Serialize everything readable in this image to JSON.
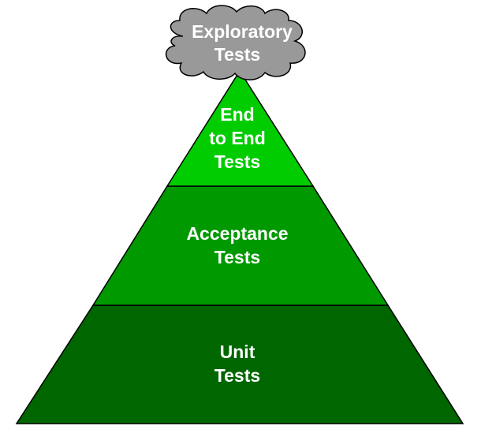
{
  "diagram": {
    "cloud": {
      "line1": "Exploratory",
      "line2": "Tests",
      "fill": "#999999",
      "stroke": "#000000"
    },
    "tiers": [
      {
        "lines": [
          "End",
          "to End",
          "Tests"
        ],
        "fill": "#00cc00"
      },
      {
        "lines": [
          "Acceptance",
          "Tests"
        ],
        "fill": "#009900"
      },
      {
        "lines": [
          "Unit",
          "Tests"
        ],
        "fill": "#006600"
      }
    ],
    "outline_color": "#000000",
    "text_color": "#ffffff"
  }
}
